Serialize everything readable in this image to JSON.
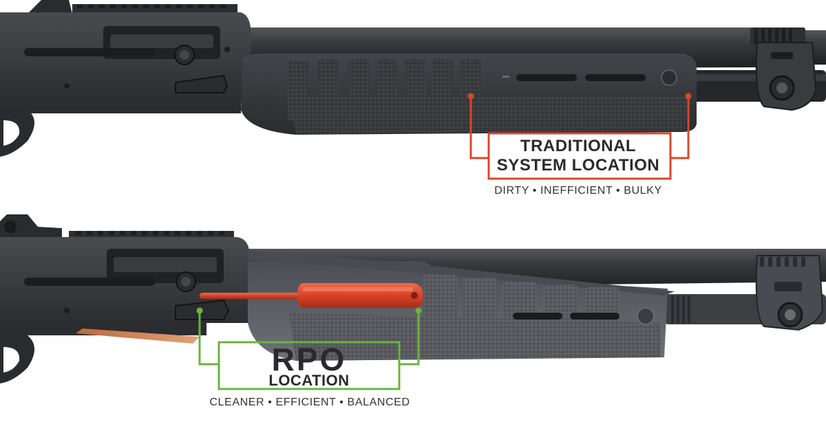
{
  "traditional": {
    "title_line1": "TRADITIONAL",
    "title_line2": "SYSTEM LOCATION",
    "subtitle": "DIRTY • INEFFICIENT • BULKY",
    "accent": "#d9472b"
  },
  "rpo": {
    "title_line1": "RPO",
    "title_line2": "LOCATION",
    "subtitle": "CLEANER • EFFICIENT • BALANCED",
    "accent": "#6cb33f",
    "rod_color": "#d8432a"
  },
  "colors": {
    "background": "#ffffff",
    "gun_body": "#3a3b3d",
    "gun_dark": "#232426",
    "gun_light": "#5a5b5e",
    "handguard_top": "#3d3e41",
    "handguard_bottom": "#6b6c70"
  },
  "icons": {
    "upper_gun": "shotgun-traditional-image",
    "lower_gun": "shotgun-rpo-image",
    "rod": "rpo-rod-image"
  }
}
